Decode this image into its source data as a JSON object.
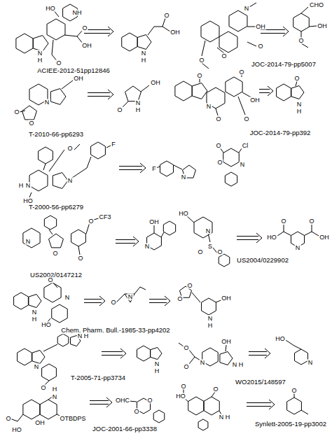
{
  "diagram": {
    "labels": [
      "HO",
      "NH",
      "N",
      "H",
      "O",
      "OH",
      "O",
      "O",
      "OH",
      "N",
      "H",
      "ACIEE-2012-51pp12846",
      "N",
      "OH",
      "O",
      "O",
      "O",
      "CHO",
      "OH",
      "O",
      "JOC-2014-79-pp5007",
      "N",
      "OH",
      "O",
      "O",
      "O",
      "N",
      "H",
      "OH",
      "T-2010-66-pp6293",
      "O",
      "N",
      "O",
      "O",
      "OH",
      "O",
      "O",
      "N",
      "H",
      "JOC-2014-79-pp392",
      "O",
      "H",
      "N",
      "N",
      "HO",
      "F",
      "F",
      "N",
      "Cl",
      "O",
      "O",
      "N",
      "T-2000-56-pp6279",
      "N",
      "O",
      "O",
      "CF3",
      "O",
      "OH",
      "N",
      "US2002/0147212",
      "HO",
      "N",
      "S",
      "O",
      "O",
      "HO",
      "O",
      "N",
      "O",
      "OH",
      "US2004/0229902",
      "N",
      "H",
      "N",
      "HO",
      "O",
      "O",
      "N",
      "O",
      "O",
      "N",
      "H",
      "OH",
      "Chem. Pharm. Bull.-1985-33-pp4202",
      "N",
      "H",
      "N",
      "O",
      "N",
      "H",
      "T-2005-71-pp3734",
      "O",
      "O",
      "N",
      "OH",
      "N",
      "H",
      "HO",
      "N",
      "WO2015/148597",
      "H",
      "N",
      "OH",
      "OTBDPS",
      "HO",
      "O",
      "OHC",
      "O",
      "O",
      "JOC-2001-66-pp3338",
      "O",
      "HO",
      "O",
      "N",
      "H",
      "O",
      "Synlett-2005-19-pp3002"
    ]
  }
}
